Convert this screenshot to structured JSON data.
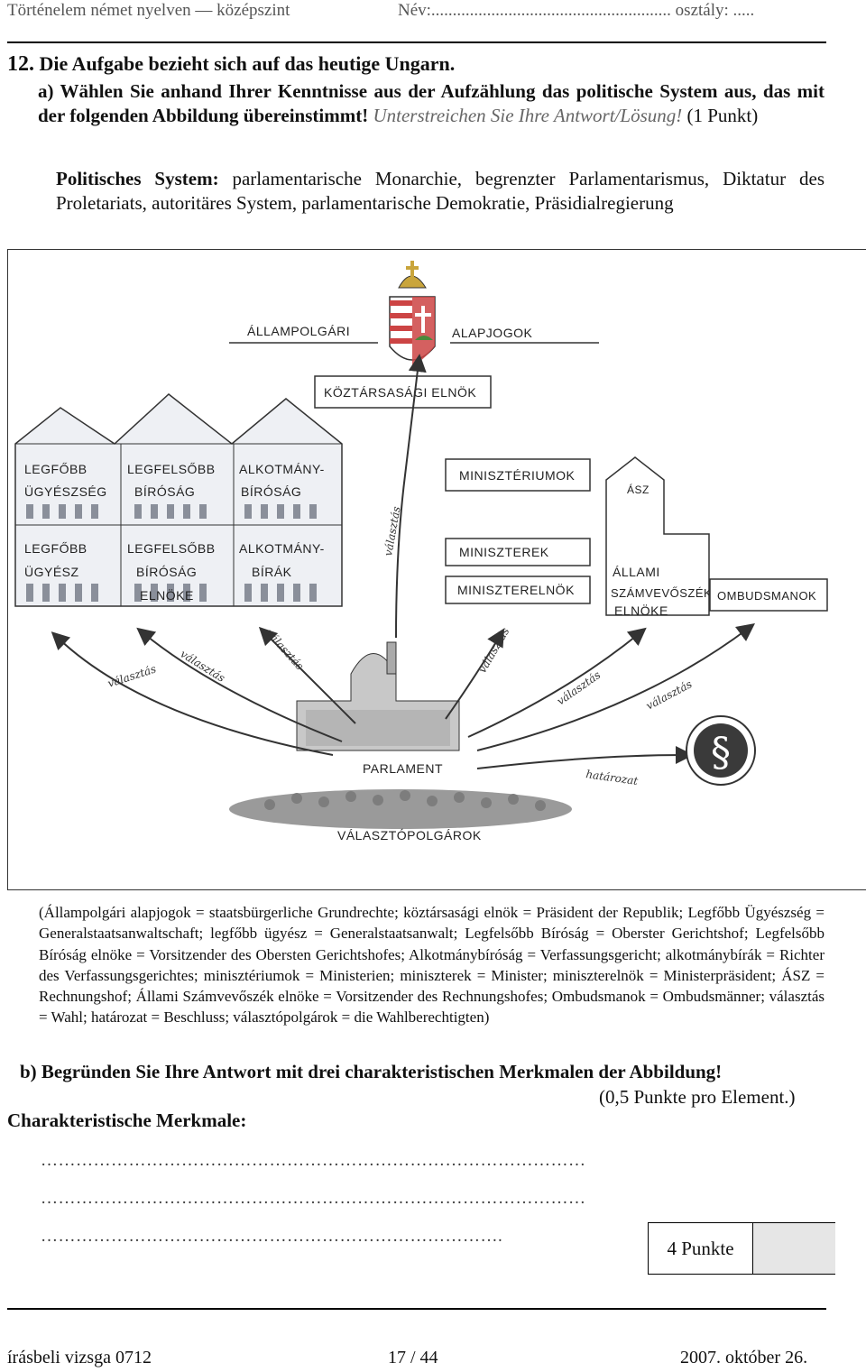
{
  "header": {
    "left": "Történelem német nyelven — középszint",
    "right": "Név:........................................................ osztály: ....."
  },
  "task": {
    "number": "12.",
    "title": "Die Aufgabe bezieht sich auf das heutige Ungarn.",
    "a_bold": "a) Wählen Sie anhand Ihrer Kenntnisse aus der Aufzählung das politische System aus, das mit der folgenden Abbildung übereinstimmt!",
    "a_italic": "Unterstreichen Sie Ihre Antwort/Lösung!",
    "a_points": "(1 Punkt)",
    "options_label": "Politisches System:",
    "options": "parlamentarische Monarchie, begrenzter Parlamentarismus, Diktatur des Proletariats, autoritäres System, parlamentarische Demokratie, Präsidialregierung"
  },
  "figure": {
    "labels": {
      "allampolgari": "ÁLLAMPOLGÁRI",
      "alapjogok": "ALAPJOGOK",
      "koztarsasagi_elnok": "KÖZTÁRSASÁGI ELNÖK",
      "legfobb_ugyeszseg_1": "LEGFŐBB",
      "legfobb_ugyeszseg_2": "ÜGYÉSZSÉG",
      "legfelsobb_birosag_1": "LEGFELSŐBB",
      "legfelsobb_birosag_2": "BÍRÓSÁG",
      "alkotmanybirosag_1": "ALKOTMÁNY-",
      "alkotmanybirosag_2": "BÍRÓSÁG",
      "legfobb_ugyesz_1": "LEGFŐBB",
      "legfobb_ugyesz_2": "ÜGYÉSZ",
      "legfelsobb_elnoke_1": "LEGFELSŐBB",
      "legfelsobb_elnoke_2": "BÍRÓSÁG",
      "legfelsobb_elnoke_3": "ELNÖKE",
      "alkotmanybirak_1": "ALKOTMÁNY-",
      "alkotmanybirak_2": "BÍRÁK",
      "miniszteriumok": "MINISZTÉRIUMOK",
      "miniszterek": "MINISZTEREK",
      "miniszterelnok": "MINISZTERELNÖK",
      "asz": "ÁSZ",
      "allami_1": "ÁLLAMI",
      "allami_2": "SZÁMVEVŐSZÉK",
      "allami_3": "ELNÖKE",
      "ombudsmanok": "OMBUDSMANOK",
      "parlament": "PARLAMENT",
      "valasztopolgarok": "VÁLASZTÓPOLGÁROK",
      "valasztas": "választás",
      "hatarozat": "határozat",
      "paragraph": "§"
    }
  },
  "glossary": "(Állampolgári alapjogok = staatsbürgerliche Grundrechte; köztársasági elnök = Präsident der Republik; Legfőbb Ügyészség = Generalstaatsanwaltschaft; legfőbb ügyész = Generalstaatsanwalt; Legfelsőbb Bíróság = Oberster Gerichtshof; Legfelsőbb Bíróság elnöke = Vorsitzender des Obersten Gerichtshofes; Alkotmánybíróság = Verfassungsgericht; alkotmánybírák = Richter des Verfassungsgerichtes; minisztériumok = Ministerien; miniszterek = Minister; miniszterelnök = Ministerpräsident; ÁSZ = Rechnungshof; Állami Számvevőszék elnöke = Vorsitzender des Rechnungshofes; Ombudsmanok = Ombudsmänner; választás = Wahl; határozat = Beschluss; választópolgárok = die Wahlberechtigten)",
  "part_b": {
    "text": "b) Begründen Sie Ihre Antwort mit drei charakteristischen Merkmalen der Abbildung!",
    "points": "(0,5 Punkte pro Element.)",
    "merkmale_label": "Charakteristische Merkmale:",
    "line1": "…………………………………………………………………………………",
    "line2": "…………………………………………………………………………………",
    "line3": "…………………………………………………………………….",
    "score": "4 Punkte"
  },
  "footer": {
    "left": "írásbeli vizsga 0712",
    "center": "17 / 44",
    "right": "2007. október 26."
  }
}
